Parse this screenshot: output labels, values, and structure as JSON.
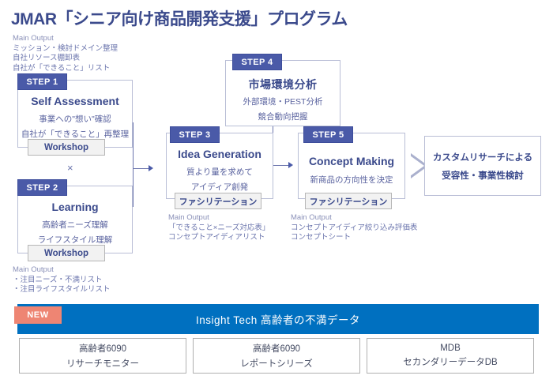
{
  "title": "JMAR「シニア向け商品開発支援」プログラム",
  "notes": {
    "step1": {
      "header": "Main Output",
      "lines": [
        "ミッション・検討ドメイン整理",
        "自社リソース棚卸表",
        "自社が「できること」リスト"
      ]
    },
    "step2": {
      "header": "Main Output",
      "lines": [
        "・注目ニーズ・不満リスト",
        "・注目ライフスタイルリスト"
      ]
    },
    "step3": {
      "header": "Main Output",
      "lines": [
        "「できること×ニーズ対応表」",
        "コンセプトアイディアリスト"
      ]
    },
    "step5": {
      "header": "Main Output",
      "lines": [
        "コンセプトアイディア絞り込み評価表",
        "コンセプトシート"
      ]
    }
  },
  "steps": [
    {
      "badge": "STEP 1",
      "title": "Self Assessment",
      "lines": [
        "事業への\"想い\"確認",
        "自社が「できること」再整理"
      ],
      "pill": "Workshop"
    },
    {
      "badge": "STEP 2",
      "title": "Learning",
      "lines": [
        "高齢者ニーズ理解",
        "ライフスタイル理解"
      ],
      "pill": "Workshop"
    },
    {
      "badge": "STEP 3",
      "title": "Idea Generation",
      "lines": [
        "質より量を求めて",
        "アイディア創発"
      ],
      "pill": "ファシリテーション"
    },
    {
      "badge": "STEP 4",
      "title": "市場環境分析",
      "lines": [
        "外部環境・PEST分析",
        "競合動向把握"
      ],
      "pill": ""
    },
    {
      "badge": "STEP 5",
      "title": "Concept Making",
      "lines": [
        "新商品の方向性を決定"
      ],
      "pill": "ファシリテーション"
    }
  ],
  "operator": "×",
  "result": {
    "line1": "カスタムリサーチによる",
    "line2": "受容性・事業性検討"
  },
  "platform": {
    "new_badge": "NEW",
    "bar_label": "Insight Tech 高齢者の不満データ",
    "sources": [
      {
        "line1": "高齢者6090",
        "line2": "リサーチモニター"
      },
      {
        "line1": "高齢者6090",
        "line2": "レポートシリーズ"
      },
      {
        "line1": "MDB",
        "line2": "セカンダリーデータDB"
      }
    ]
  },
  "colors": {
    "badge_blue": "#4a5aa8",
    "title_blue": "#3b4a8c",
    "bar_blue": "#0070c0",
    "new_coral": "#ee8573",
    "line_gray": "#6b75ad"
  }
}
